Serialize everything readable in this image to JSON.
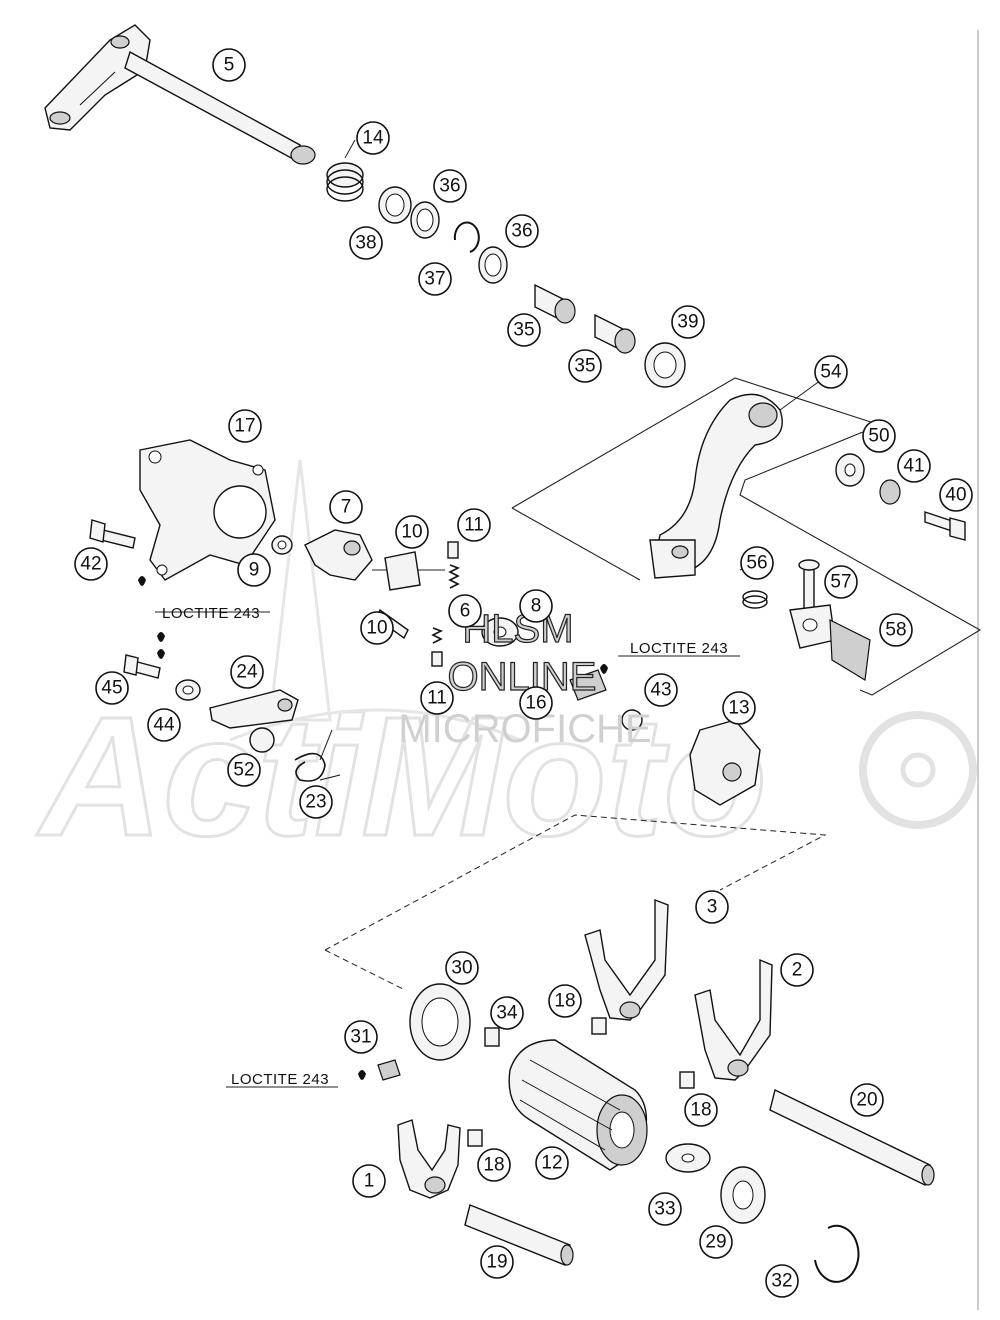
{
  "callouts": [
    {
      "id": "c5",
      "label": "5"
    },
    {
      "id": "c14",
      "label": "14"
    },
    {
      "id": "c36a",
      "label": "36"
    },
    {
      "id": "c38",
      "label": "38"
    },
    {
      "id": "c36b",
      "label": "36"
    },
    {
      "id": "c37",
      "label": "37"
    },
    {
      "id": "c35a",
      "label": "35"
    },
    {
      "id": "c39",
      "label": "39"
    },
    {
      "id": "c35b",
      "label": "35"
    },
    {
      "id": "c54",
      "label": "54"
    },
    {
      "id": "c17",
      "label": "17"
    },
    {
      "id": "c50",
      "label": "50"
    },
    {
      "id": "c41",
      "label": "41"
    },
    {
      "id": "c40",
      "label": "40"
    },
    {
      "id": "c7",
      "label": "7"
    },
    {
      "id": "c10a",
      "label": "10"
    },
    {
      "id": "c11a",
      "label": "11"
    },
    {
      "id": "c42",
      "label": "42"
    },
    {
      "id": "c9",
      "label": "9"
    },
    {
      "id": "c56",
      "label": "56"
    },
    {
      "id": "c57",
      "label": "57"
    },
    {
      "id": "c8",
      "label": "8"
    },
    {
      "id": "c6",
      "label": "6"
    },
    {
      "id": "c10b",
      "label": "10"
    },
    {
      "id": "c58",
      "label": "58"
    },
    {
      "id": "c24",
      "label": "24"
    },
    {
      "id": "c45",
      "label": "45"
    },
    {
      "id": "c11b",
      "label": "11"
    },
    {
      "id": "c43",
      "label": "43"
    },
    {
      "id": "c16",
      "label": "16"
    },
    {
      "id": "c44",
      "label": "44"
    },
    {
      "id": "c13",
      "label": "13"
    },
    {
      "id": "c52",
      "label": "52"
    },
    {
      "id": "c23",
      "label": "23"
    },
    {
      "id": "c3",
      "label": "3"
    },
    {
      "id": "c30",
      "label": "30"
    },
    {
      "id": "c2",
      "label": "2"
    },
    {
      "id": "c34",
      "label": "34"
    },
    {
      "id": "c18a",
      "label": "18"
    },
    {
      "id": "c31",
      "label": "31"
    },
    {
      "id": "c20",
      "label": "20"
    },
    {
      "id": "c18b",
      "label": "18"
    },
    {
      "id": "c1",
      "label": "1"
    },
    {
      "id": "c18c",
      "label": "18"
    },
    {
      "id": "c12",
      "label": "12"
    },
    {
      "id": "c33",
      "label": "33"
    },
    {
      "id": "c29",
      "label": "29"
    },
    {
      "id": "c19",
      "label": "19"
    },
    {
      "id": "c32",
      "label": "32"
    }
  ],
  "loctite_labels": [
    {
      "id": "l1",
      "text": "LOCTITE 243"
    },
    {
      "id": "l2",
      "text": "LOCTITE 243"
    },
    {
      "id": "l3",
      "text": "LOCTITE 243"
    }
  ],
  "watermark": {
    "line1": "HLSM",
    "line2": "ONLINE",
    "line3": "MICROFICHE",
    "logo": "ActiMoto"
  }
}
